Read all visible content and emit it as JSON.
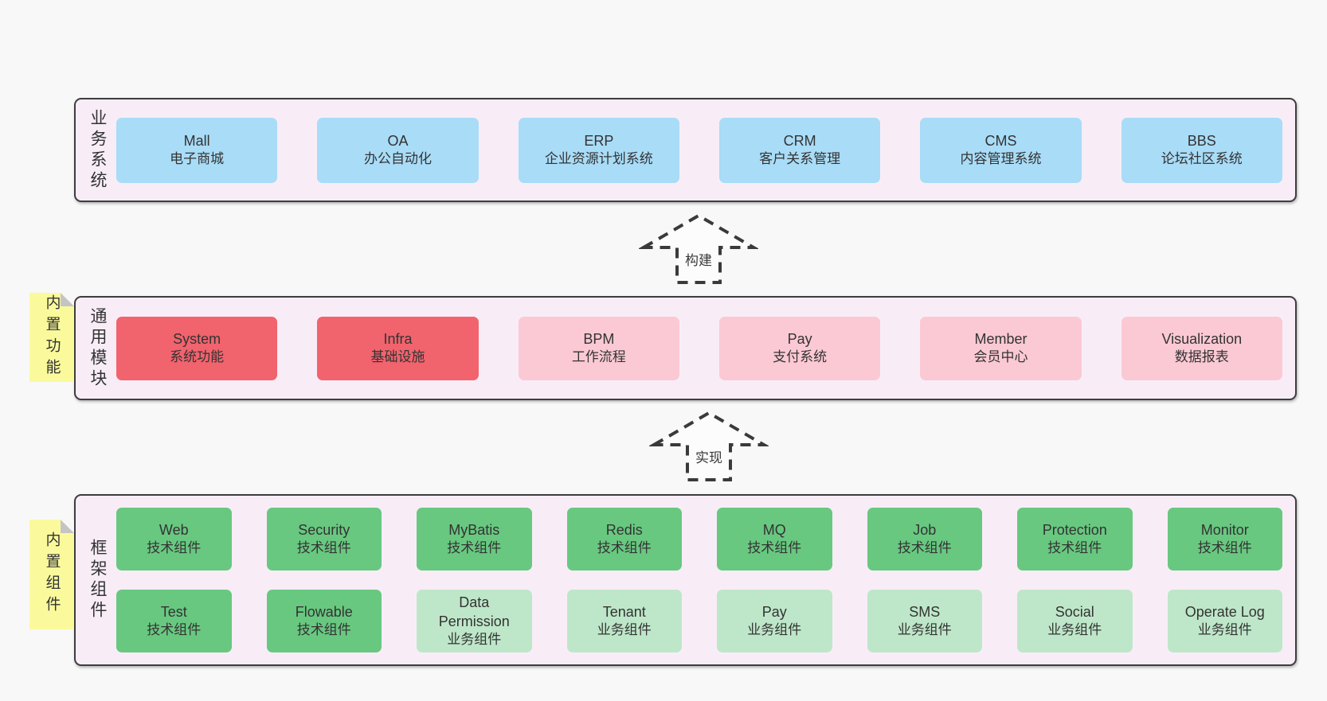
{
  "palette": {
    "page_background": "#f8f8f8",
    "panel_background": "#f8edf7",
    "panel_border": "#3d3d3d",
    "blue_box": "#a9dcf7",
    "red_box": "#f1636d",
    "pink_box": "#fbc9d4",
    "green_box": "#68c880",
    "light_green_box": "#bee7c9",
    "sticky_tab": "#fafa9d",
    "fold_gray": "#c4c4c4",
    "text": "#333333"
  },
  "arrows": [
    {
      "label": "构建"
    },
    {
      "label": "实现"
    }
  ],
  "sections": [
    {
      "label": "业务系统",
      "boxes": [
        {
          "name": "Mall",
          "desc": "电子商城"
        },
        {
          "name": "OA",
          "desc": "办公自动化"
        },
        {
          "name": "ERP",
          "desc": "企业资源计划系统"
        },
        {
          "name": "CRM",
          "desc": "客户关系管理"
        },
        {
          "name": "CMS",
          "desc": "内容管理系统"
        },
        {
          "name": "BBS",
          "desc": "论坛社区系统"
        }
      ]
    },
    {
      "label": "通用模块",
      "tab": "内置功能",
      "boxes": [
        {
          "name": "System",
          "desc": "系统功能"
        },
        {
          "name": "Infra",
          "desc": "基础设施"
        },
        {
          "name": "BPM",
          "desc": "工作流程"
        },
        {
          "name": "Pay",
          "desc": "支付系统"
        },
        {
          "name": "Member",
          "desc": "会员中心"
        },
        {
          "name": "Visualization",
          "desc": "数据报表"
        }
      ]
    },
    {
      "label": "框架组件",
      "tab": "内置组件",
      "rows": [
        [
          {
            "name": "Web",
            "desc": "技术组件"
          },
          {
            "name": "Security",
            "desc": "技术组件"
          },
          {
            "name": "MyBatis",
            "desc": "技术组件"
          },
          {
            "name": "Redis",
            "desc": "技术组件"
          },
          {
            "name": "MQ",
            "desc": "技术组件"
          },
          {
            "name": "Job",
            "desc": "技术组件"
          },
          {
            "name": "Protection",
            "desc": "技术组件"
          },
          {
            "name": "Monitor",
            "desc": "技术组件"
          }
        ],
        [
          {
            "name": "Test",
            "desc": "技术组件"
          },
          {
            "name": "Flowable",
            "desc": "技术组件"
          },
          {
            "name": "Data\nPermission",
            "desc": "业务组件"
          },
          {
            "name": "Tenant",
            "desc": "业务组件"
          },
          {
            "name": "Pay",
            "desc": "业务组件"
          },
          {
            "name": "SMS",
            "desc": "业务组件"
          },
          {
            "name": "Social",
            "desc": "业务组件"
          },
          {
            "name": "Operate Log",
            "desc": "业务组件"
          }
        ]
      ]
    }
  ]
}
